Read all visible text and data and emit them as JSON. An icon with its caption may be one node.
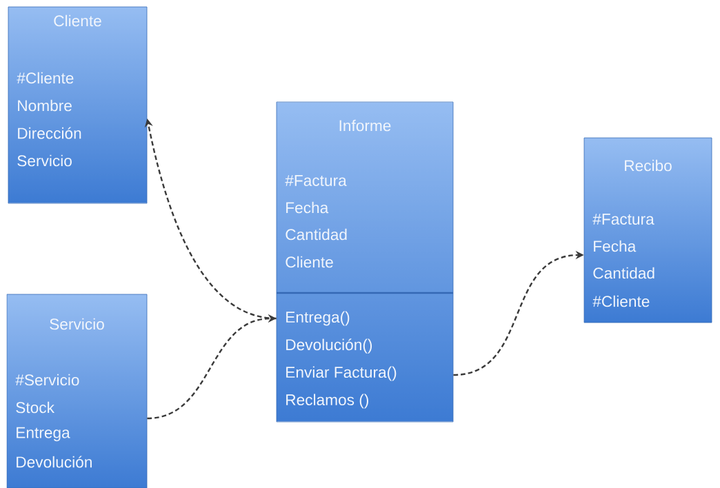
{
  "diagram": {
    "nodes": [
      {
        "text": [
          "Cliente",
          "#Cliente",
          "Nombre",
          "Dirección",
          "Servicio"
        ]
      },
      {
        "text": [
          "Servicio",
          "#Servicio",
          "Stock",
          "Entrega",
          "Devolución"
        ]
      },
      {
        "text": [
          "Informe",
          "#Factura",
          "Fecha",
          "Cantidad",
          "Cliente",
          "Entrega()",
          "Devolución()",
          "Enviar Factura()",
          "Reclamos ()"
        ]
      },
      {
        "text": [
          "Recibo",
          "#Factura",
          "Fecha",
          "Cantidad",
          "#Cliente"
        ]
      }
    ],
    "edges": [
      {
        "from": 2,
        "to": 0,
        "arrow": "to",
        "style": "dashed"
      },
      {
        "from": 1,
        "to": 2,
        "arrow": "to",
        "style": "dashed"
      },
      {
        "from": 2,
        "to": 3,
        "arrow": "to",
        "style": "dashed"
      }
    ]
  }
}
